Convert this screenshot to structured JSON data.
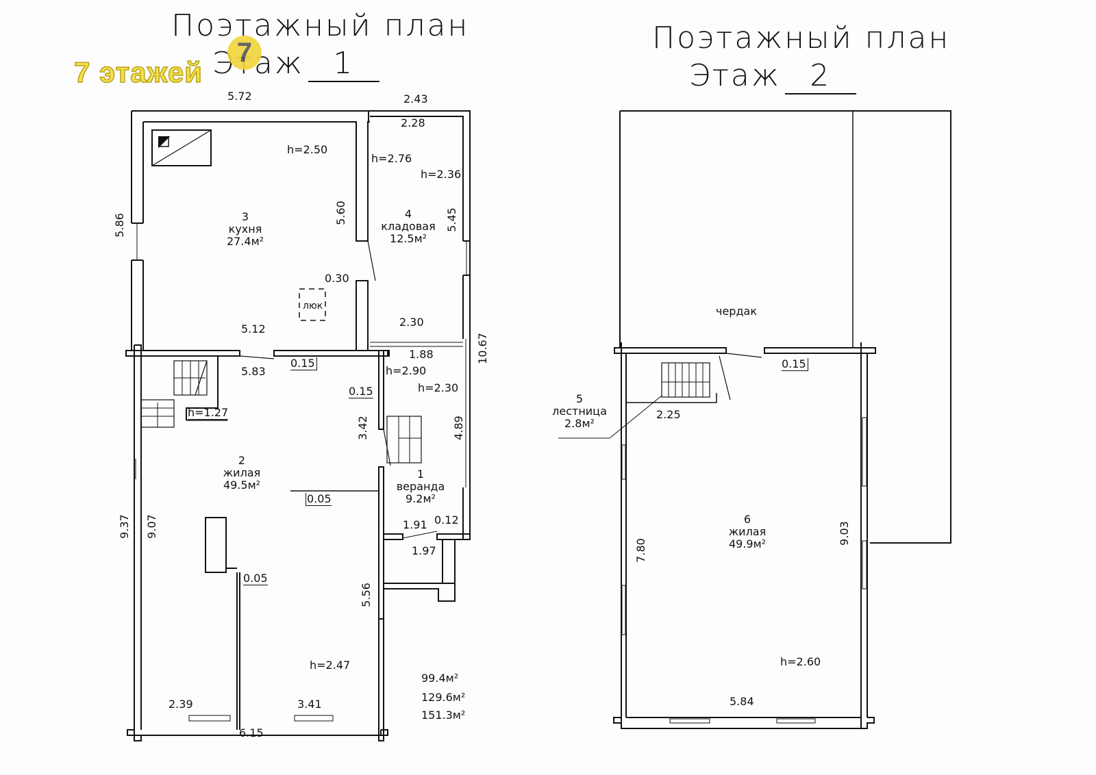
{
  "overlay": {
    "badge_text": "7 этажей",
    "badge_number": "7",
    "badge_color": "#f4e04a"
  },
  "floor1": {
    "title_line1": "Поэтажный план",
    "title_line2": "Этаж",
    "floor_number": "1",
    "rooms": [
      {
        "num": "3",
        "name": "кухня",
        "area": "27.4м²",
        "height": "h=2.50"
      },
      {
        "num": "4",
        "name": "кладовая",
        "area": "12.5м²",
        "height": "h=2.36"
      },
      {
        "num": "2",
        "name": "жилая",
        "area": "49.5м²",
        "height": "h=2.47"
      },
      {
        "num": "1",
        "name": "веранда",
        "area": "9.2м²",
        "height": "h=2.30"
      }
    ],
    "hatch_label": "люк",
    "dims": {
      "top_left": "5.72",
      "top_right": "2.43",
      "inner_2_28": "2.28",
      "h_2_76": "h=2.76",
      "left_5_86": "5.86",
      "inner_5_60": "5.60",
      "right_5_45": "5.45",
      "d_0_30": "0.30",
      "d_5_12": "5.12",
      "d_2_30": "2.30",
      "d_10_67": "10.67",
      "d_1_88": "1.88",
      "h_2_90": "h=2.90",
      "d_5_83": "5.83",
      "d_0_15a": "0.15",
      "d_0_15b": "0.15",
      "h_1_27": "h=1.27",
      "d_3_42": "3.42",
      "d_4_89": "4.89",
      "d_0_05a": "0.05",
      "d_9_37": "9.37",
      "d_9_07": "9.07",
      "d_1_91": "1.91",
      "d_0_12": "0.12",
      "d_1_97": "1.97",
      "d_0_05b": "0.05",
      "d_5_56": "5.56",
      "d_2_39": "2.39",
      "d_3_41": "3.41",
      "d_6_15": "6.15"
    },
    "totals": [
      "99.4м²",
      "129.6м²",
      "151.3м²"
    ]
  },
  "floor2": {
    "title_line1": "Поэтажный план",
    "title_line2": "Этаж",
    "floor_number": "2",
    "attic_label": "чердак",
    "rooms": [
      {
        "num": "5",
        "name": "лестница",
        "area": "2.8м²"
      },
      {
        "num": "6",
        "name": "жилая",
        "area": "49.9м²",
        "height": "h=2.60"
      }
    ],
    "dims": {
      "d_0_15": "0.15",
      "d_2_25": "2.25",
      "d_7_80": "7.80",
      "d_9_03": "9.03",
      "d_5_84": "5.84"
    }
  }
}
